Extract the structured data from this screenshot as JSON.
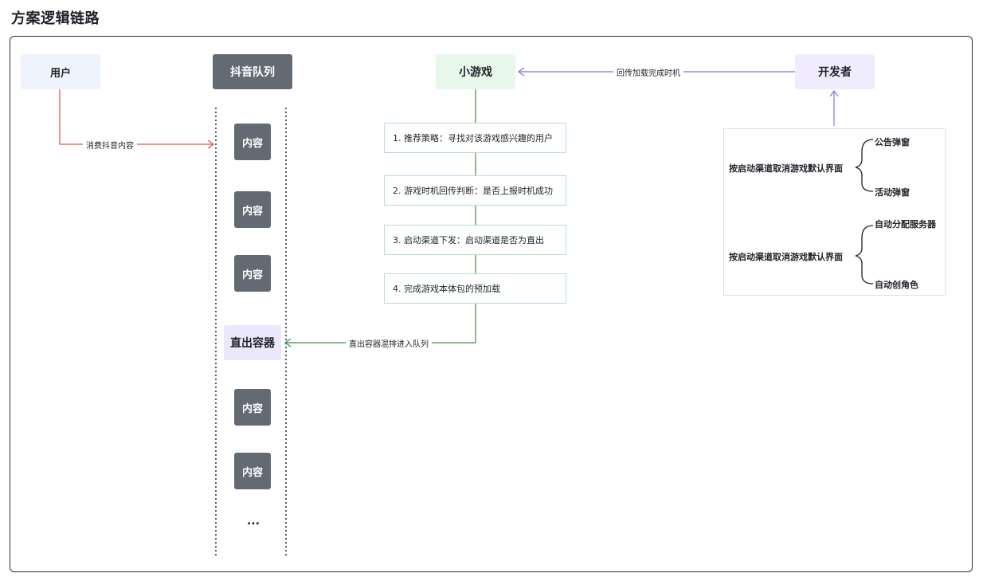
{
  "title": "方案逻辑链路",
  "nodes": {
    "user": "用户",
    "queue": "抖音队列",
    "minigame": "小游戏",
    "developer": "开发者",
    "content": "内容",
    "direct_container": "直出容器",
    "ellipsis": "..."
  },
  "edges": {
    "consume": "消费抖音内容",
    "callback": "回传加载完成时机",
    "merge": "直出容器混排进入队列"
  },
  "steps": [
    "1. 推荐策略：寻找对该游戏感兴趣的用户",
    "2. 游戏时机回传判断：是否上报时机成功",
    "3. 启动渠道下发：启动渠道是否为直出",
    "4. 完成游戏本体包的预加载"
  ],
  "developer_options": [
    {
      "label": "按启动渠道取消游戏默认界面",
      "items": [
        "公告弹窗",
        "活动弹窗"
      ]
    },
    {
      "label": "按启动渠道取消游戏默认界面",
      "items": [
        "自动分配服务器",
        "自动创角色"
      ]
    }
  ],
  "colors": {
    "red_arrow": "#d9534f",
    "purple_arrow": "#8a6fd6",
    "green_line": "#3f8f4f"
  }
}
